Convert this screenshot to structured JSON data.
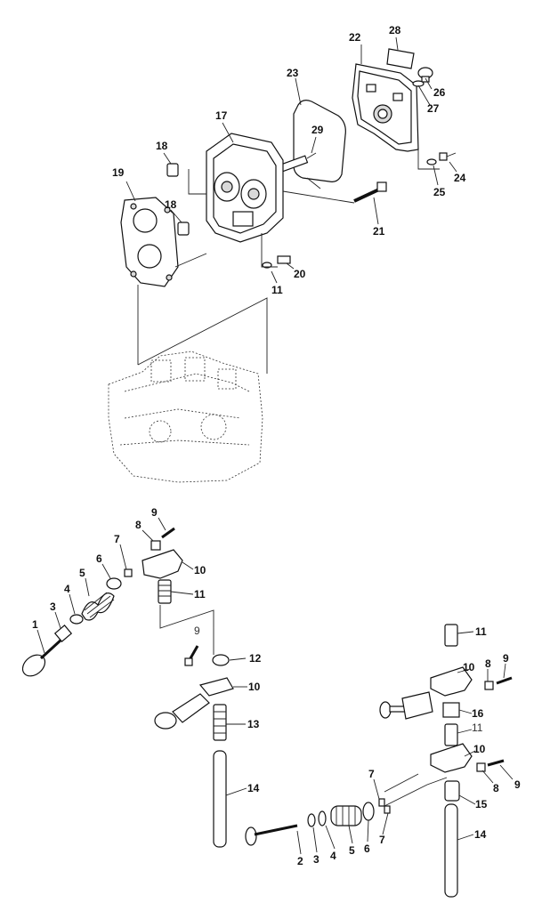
{
  "labels": {
    "p28": "28",
    "p22": "22",
    "p23": "23",
    "p26": "26",
    "p27": "27",
    "p17": "17",
    "p29": "29",
    "p18a": "18",
    "p19": "19",
    "p18b": "18",
    "p24": "24",
    "p25": "25",
    "p21": "21",
    "p20": "20",
    "p11a": "11",
    "p9a": "9",
    "p8a": "8",
    "p7a": "7",
    "p6a": "6",
    "p5a": "5",
    "p4a": "4",
    "p3a": "3",
    "p1": "1",
    "p10a": "10",
    "p11b": "11",
    "p9b": "9",
    "p12": "12",
    "p10b": "10",
    "p13": "13",
    "p14a": "14",
    "p11c": "11",
    "p10c": "10",
    "p8b": "8",
    "p9c": "9",
    "p16": "16",
    "p11d": "11",
    "p10d": "10",
    "p8c": "8",
    "p9d": "9",
    "p7b": "7",
    "p15": "15",
    "p7c": "7",
    "p14b": "14",
    "p2": "2",
    "p3b": "3",
    "p4b": "4",
    "p5b": "5",
    "p6b": "6"
  },
  "colors": {
    "line": "#111111",
    "fill": "#ffffff",
    "shade": "#d9d9d9"
  }
}
